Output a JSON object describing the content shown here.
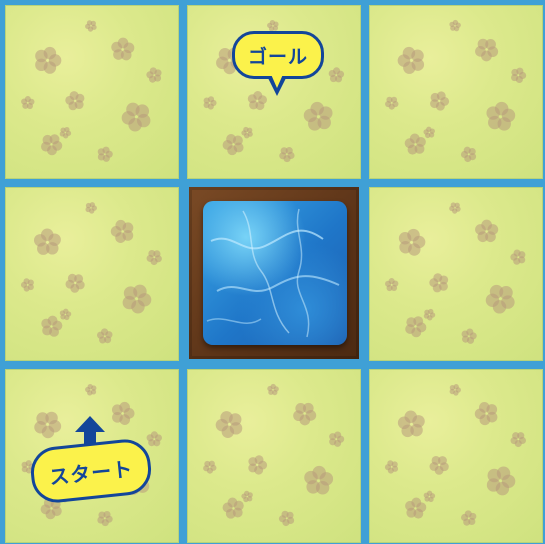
{
  "board": {
    "rows": 3,
    "cols": 3,
    "cells": [
      [
        "grass",
        "grass",
        "grass"
      ],
      [
        "grass",
        "water",
        "grass"
      ],
      [
        "grass",
        "grass",
        "grass"
      ]
    ]
  },
  "labels": {
    "goal": "ゴール",
    "start": "スタート"
  },
  "colors": {
    "grid": "#3fa0d6",
    "grass": "#dce98c",
    "water": "#1f76c8",
    "water_frame": "#5b3317",
    "bubble_fill": "#fbf24b",
    "bubble_text": "#13469a"
  },
  "icons": {
    "start_arrow": "arrow-up-icon"
  }
}
